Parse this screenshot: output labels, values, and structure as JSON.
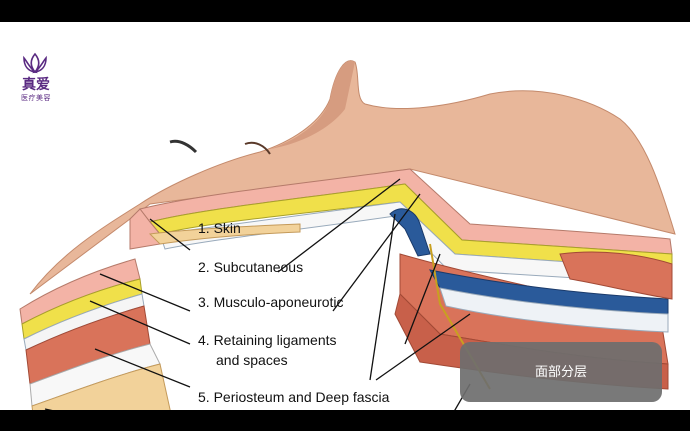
{
  "logo": {
    "name": "真爱",
    "subtitle": "医疗美容"
  },
  "labels": [
    {
      "text": "1. Skin"
    },
    {
      "text": "2. Subcutaneous"
    },
    {
      "text": "3. Musculo-aponeurotic"
    },
    {
      "text": "4. Retaining ligaments"
    },
    {
      "text": "and spaces"
    },
    {
      "text": "5. Periosteum and Deep fascia"
    }
  ],
  "toast": {
    "text": "面部分层"
  }
}
